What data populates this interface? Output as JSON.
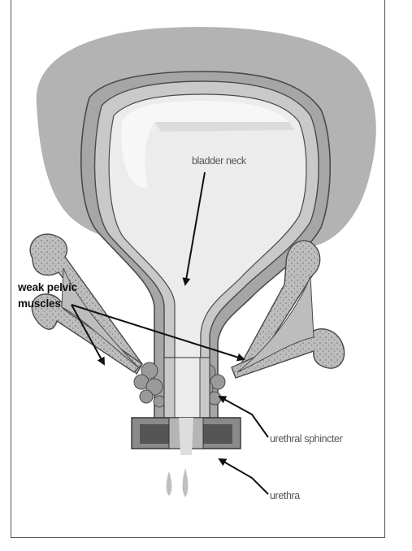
{
  "labels": {
    "bladder_neck": "bladder neck",
    "weak_pelvic_line1": "weak pelvic",
    "weak_pelvic_line2": "muscles",
    "urethral_sphincter": "urethral sphincter",
    "urethra": "urethra"
  },
  "colors": {
    "outer_tissue": "#b3b3b3",
    "bladder_wall": "#a6a6a6",
    "bladder_lining": "#c9c9c9",
    "bladder_interior": "#ececec",
    "interior_highlight": "#f7f7f7",
    "outline": "#4a4a4a",
    "bone": "#bdbdbd",
    "sphincter": "#9a9a9a",
    "base_dark": "#555555",
    "drip": "#bfbfbf"
  }
}
